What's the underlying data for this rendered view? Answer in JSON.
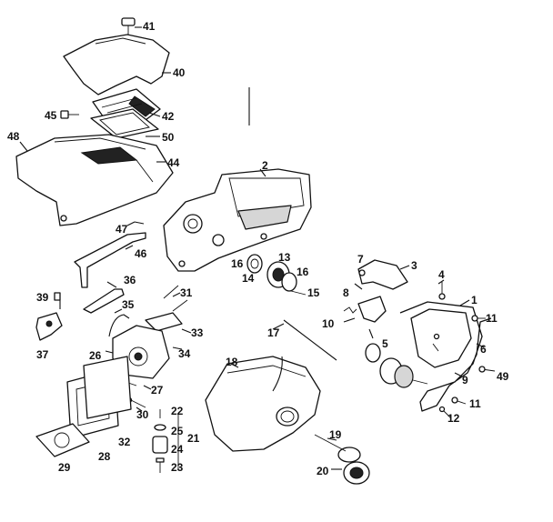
{
  "callouts": {
    "c1": "1",
    "c2": "2",
    "c3": "3",
    "c4": "4",
    "c5": "5",
    "c6": "6",
    "c7": "7",
    "c8": "8",
    "c9": "9",
    "c10": "10",
    "c11a": "11",
    "c11b": "11",
    "c12": "12",
    "c13": "13",
    "c14": "14",
    "c15": "15",
    "c16a": "16",
    "c16b": "16",
    "c17": "17",
    "c18": "18",
    "c19": "19",
    "c20": "20",
    "c21": "21",
    "c22": "22",
    "c23": "23",
    "c24": "24",
    "c25": "25",
    "c26": "26",
    "c27": "27",
    "c28": "28",
    "c29": "29",
    "c30": "30",
    "c31": "31",
    "c32": "32",
    "c33": "33",
    "c34": "34",
    "c35": "35",
    "c36": "36",
    "c37": "37",
    "c39": "39",
    "c40": "40",
    "c41": "41",
    "c42": "42",
    "c44": "44",
    "c45": "45",
    "c46": "46",
    "c47": "47",
    "c48": "48",
    "c49": "49",
    "c50": "50"
  }
}
